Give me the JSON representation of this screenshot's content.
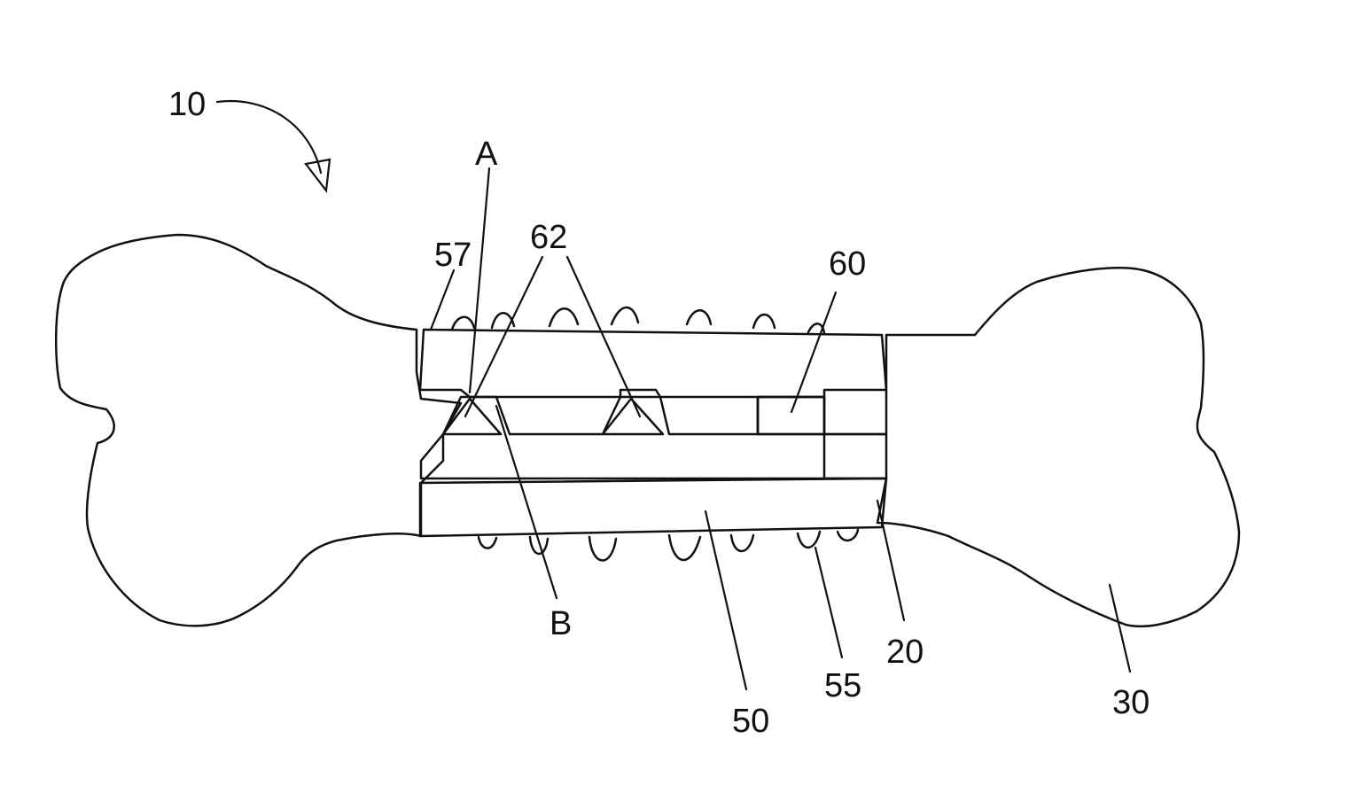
{
  "figure": {
    "labels": {
      "ref_10": "10",
      "ref_a": "A",
      "ref_57": "57",
      "ref_62": "62",
      "ref_60": "60",
      "ref_b": "B",
      "ref_50": "50",
      "ref_55": "55",
      "ref_20": "20",
      "ref_30": "30"
    }
  }
}
